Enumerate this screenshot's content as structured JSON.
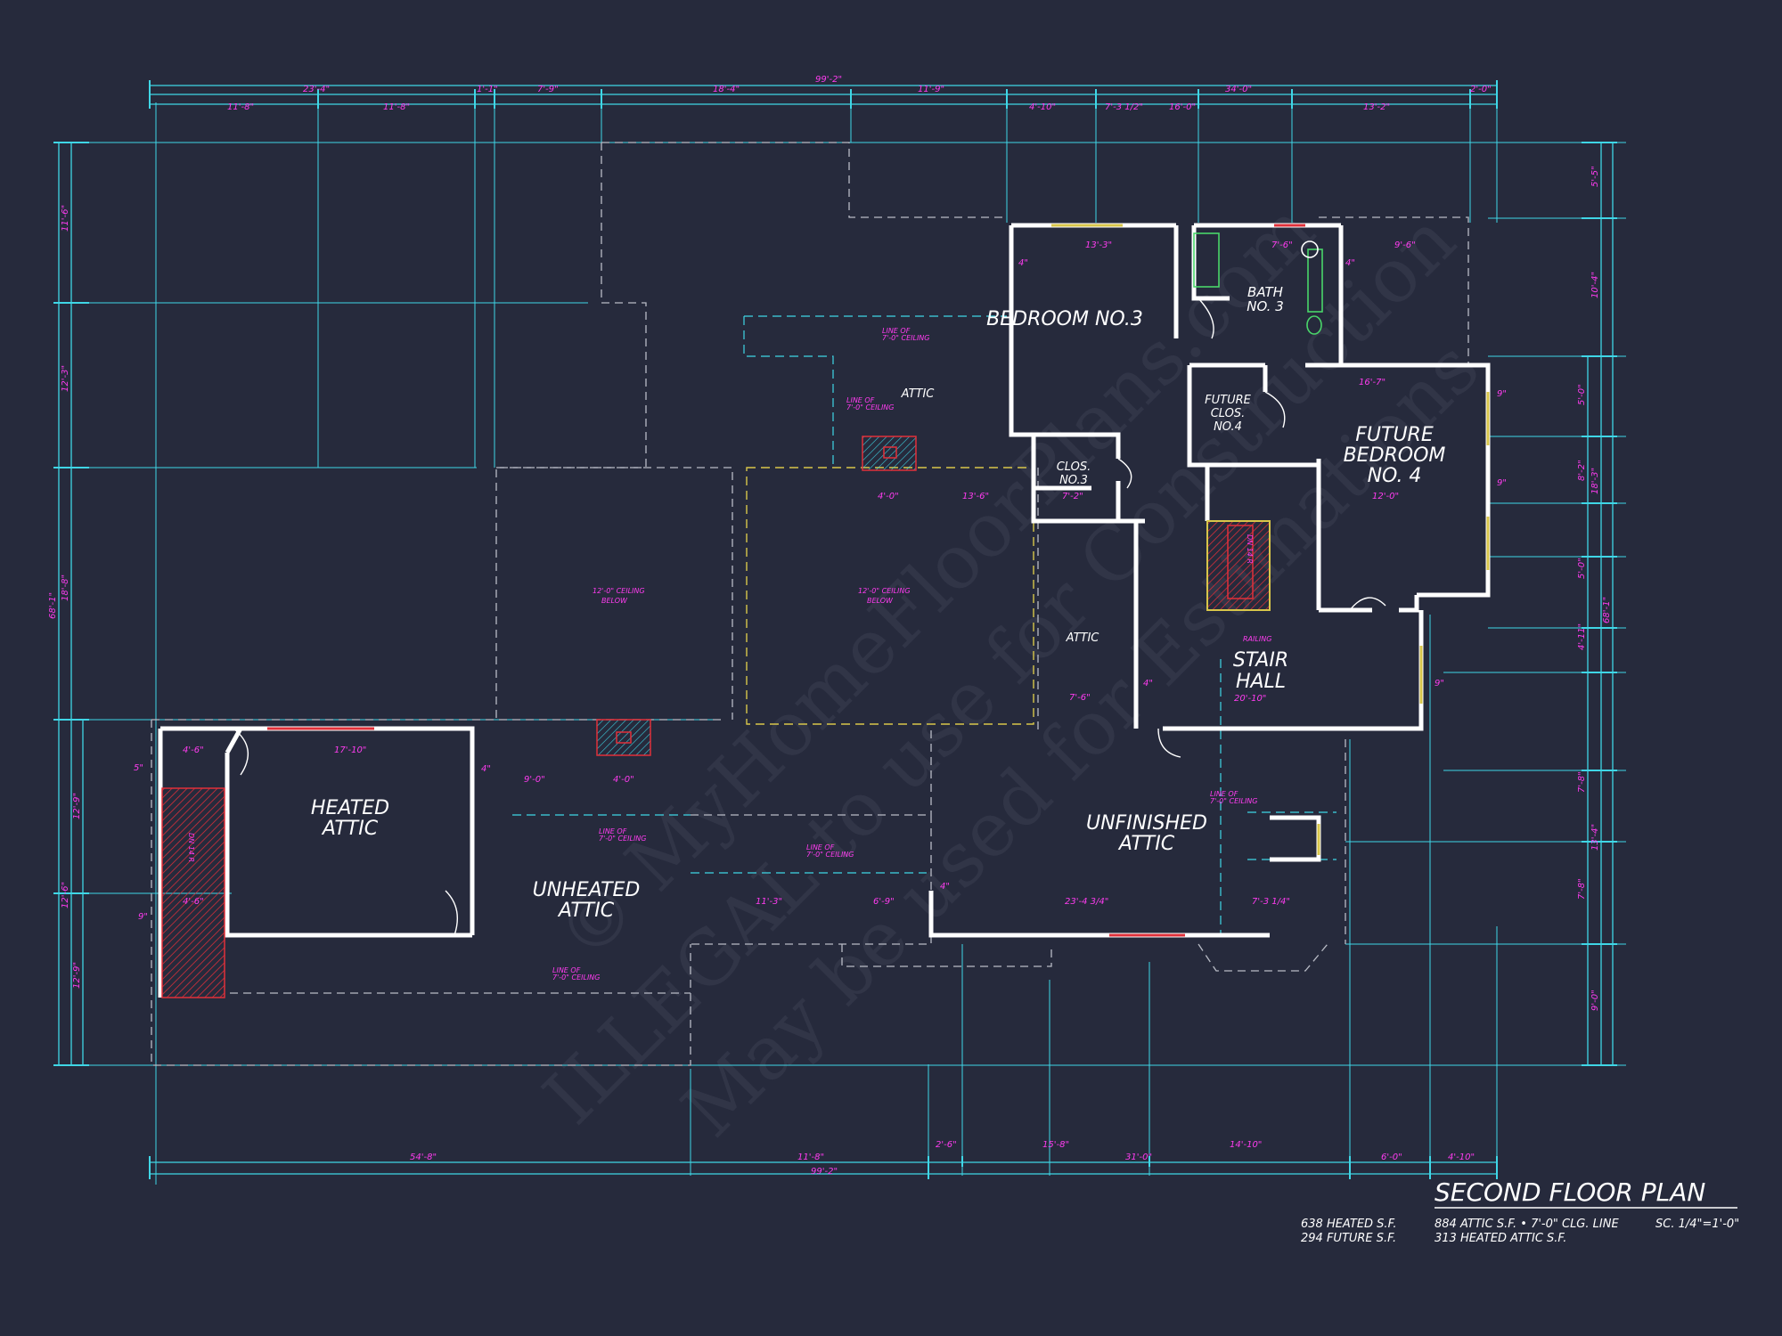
{
  "colors": {
    "background": "#262a3c",
    "wall": "#ffffff",
    "dimension_line": "#3fd6e6",
    "dimension_text": "#ff3cf0",
    "hidden_line": "#c7c7c7",
    "yellow_line": "#d8c64a",
    "hatch": "#e0303a"
  },
  "rooms": {
    "bedroom3": "BEDROOM NO.3",
    "bath3_line1": "BATH",
    "bath3_line2": "NO. 3",
    "future_clos4_line1": "FUTURE",
    "future_clos4_line2": "CLOS.",
    "future_clos4_line3": "NO.4",
    "future_bed4_line1": "FUTURE",
    "future_bed4_line2": "BEDROOM",
    "future_bed4_line3": "NO. 4",
    "clos3_line1": "CLOS.",
    "clos3_line2": "NO.3",
    "attic_upper": "ATTIC",
    "attic_mid": "ATTIC",
    "stair_hall_line1": "STAIR",
    "stair_hall_line2": "HALL",
    "heated_attic_line1": "HEATED",
    "heated_attic_line2": "ATTIC",
    "unheated_attic_line1": "UNHEATED",
    "unheated_attic_line2": "ATTIC",
    "unfinished_attic_line1": "UNFINISHED",
    "unfinished_attic_line2": "ATTIC",
    "dn_left": "DN 14 R",
    "dn_right": "DN 14 R"
  },
  "notes": {
    "ceiling_below_1_line1": "12'-0\" CEILING",
    "ceiling_below_1_line2": "BELOW",
    "ceiling_below_2_line1": "12'-0\" CEILING",
    "ceiling_below_2_line2": "BELOW",
    "line_of_ceiling_line1": "LINE OF",
    "line_of_ceiling_line2": "7'-0\" CEILING",
    "railing": "RAILING"
  },
  "dimensions": {
    "top_overall": "99'-2\"",
    "top_seg1": "23'-4\"",
    "top_seg2": "1'-1\"",
    "top_seg3": "7'-9\"",
    "top_seg4": "18'-4\"",
    "top_seg5": "11'-9\"",
    "top_seg6": "34'-0\"",
    "top_seg7": "2'-0\"",
    "top_sub1": "11'-8\"",
    "top_sub2": "11'-8\"",
    "top_sub3": "4'-10\"",
    "top_sub4": "7'-3 1/2\"",
    "top_sub5": "16'-0\"",
    "top_sub6": "13'-2\"",
    "bottom_overall": "99'-2\"",
    "bottom_seg1": "54'-8\"",
    "bottom_seg2": "11'-8\"",
    "bottom_seg3": "31'-0\"",
    "bottom_seg4": "6'-0\"",
    "bottom_seg5": "4'-10\"",
    "bottom_sub1": "2'-6\"",
    "bottom_sub2": "15'-8\"",
    "bottom_sub3": "14'-10\"",
    "left_overall": "68'-1\"",
    "left_seg1": "11'-6\"",
    "left_seg2": "12'-3\"",
    "left_seg3": "18'-8\"",
    "left_seg4": "12'-9\"",
    "left_seg5": "12'-6\"",
    "left_seg6": "12'-9\"",
    "right_overall": "68'-1\"",
    "right_seg1": "5'-5\"",
    "right_seg2": "10'-4\"",
    "right_seg3": "5'-0\"",
    "right_seg4": "18'-3\"",
    "right_seg5": "5'-0\"",
    "right_seg6": "4'-11\"",
    "right_seg7": "8'-2\"",
    "right_seg8": "7'-8\"",
    "right_seg9": "13'-4\"",
    "right_seg10": "7'-8\"",
    "right_seg11": "9'-0\"",
    "room_bed3_w": "13'-3\"",
    "room_bath_w": "7'-6\"",
    "room_bath_w2": "9'-6\"",
    "room_bed4_w": "16'-7\"",
    "room_bed4_w2": "12'-0\"",
    "room_stair_w": "20'-10\"",
    "room_heated_w": "17'-10\"",
    "room_unfin_w": "23'-4 3/4\"",
    "room_unfin_w2": "7'-3 1/4\"",
    "room_unheated_w": "11'-3\"",
    "room_unheated_w2": "6'-9\"",
    "room_heated_seg1": "9'-0\"",
    "room_heated_seg2": "4'-0\"",
    "room_clos_w": "7'-2\"",
    "room_mid_1": "4'-0\"",
    "room_mid_2": "13'-6\"",
    "room_heated_l1": "4'-6\"",
    "room_heated_l2": "4'-6\"",
    "room_attic_w": "7'-6\"",
    "wall_4": "4\"",
    "wall_9": "9\"",
    "wall_5": "5\""
  },
  "title_block": {
    "title": "SECOND FLOOR PLAN",
    "heated_sf": "638 HEATED S.F.",
    "future_sf": "294 FUTURE S.F.",
    "attic_sf": "884 ATTIC S.F. • 7'-0\" CLG. LINE",
    "heated_attic_sf": "313 HEATED ATTIC S.F.",
    "scale": "SC. 1/4\"=1'-0\""
  },
  "watermark": {
    "line1": "© MyHomeFloorPlans.com",
    "line2": "ILLEGAL to use for Construction",
    "line3": "May be used for Estimations"
  }
}
